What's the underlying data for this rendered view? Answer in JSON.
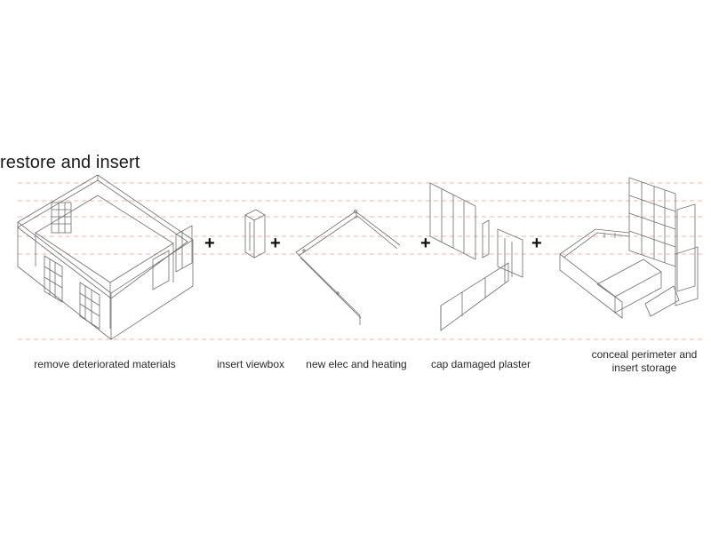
{
  "heading": "restore and insert",
  "operator": "+",
  "steps": [
    {
      "caption": [
        "remove deteriorated materials"
      ]
    },
    {
      "caption": [
        "insert viewbox"
      ]
    },
    {
      "caption": [
        "new elec and heating"
      ]
    },
    {
      "caption": [
        "cap damaged plaster"
      ]
    },
    {
      "caption": [
        "conceal perimeter and",
        "insert storage"
      ]
    }
  ],
  "colors": {
    "guide_lines": "#e8a08c",
    "linework": "#6e6e6e",
    "text": "#222222"
  }
}
